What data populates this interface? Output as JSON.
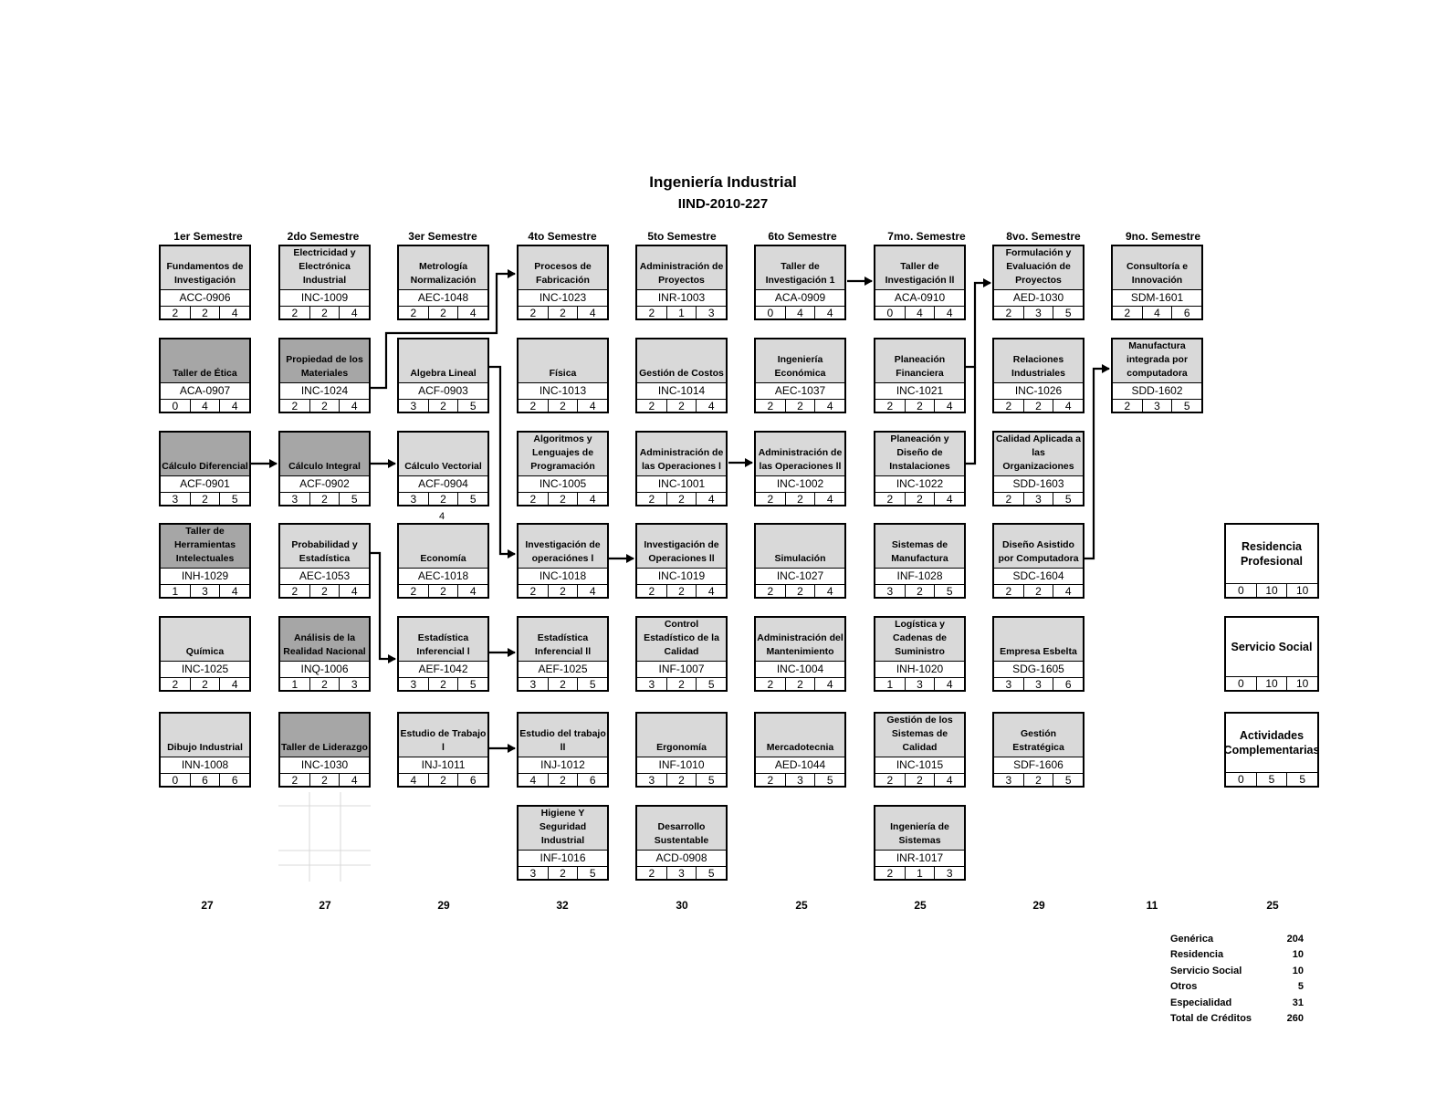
{
  "title": "Ingeniería Industrial",
  "plan_code": "IIND-2010-227",
  "semesters": [
    "1er Semestre",
    "2do Semestre",
    "3er Semestre",
    "4to Semestre",
    "5to Semestre",
    "6to Semestre",
    "7mo. Semestre",
    "8vo. Semestre",
    "9no. Semestre"
  ],
  "courses": [
    {
      "name": "Fundamentos de Investigación",
      "code": "ACC-0906",
      "credits": [
        "2",
        "2",
        "4"
      ]
    },
    {
      "name": "Taller de Ética",
      "code": "ACA-0907",
      "credits": [
        "0",
        "4",
        "4"
      ],
      "shade": "dark"
    },
    {
      "name": "Cálculo Diferencial",
      "code": "ACF-0901",
      "credits": [
        "3",
        "2",
        "5"
      ],
      "shade": "dark"
    },
    {
      "name": "Taller de Herramientas Intelectuales",
      "code": "INH-1029",
      "credits": [
        "1",
        "3",
        "4"
      ],
      "shade": "dark"
    },
    {
      "name": "Química",
      "code": "INC-1025",
      "credits": [
        "2",
        "2",
        "4"
      ]
    },
    {
      "name": "Dibujo Industrial",
      "code": "INN-1008",
      "credits": [
        "0",
        "6",
        "6"
      ]
    },
    {
      "name": "Electricidad y Electrónica Industrial",
      "code": "INC-1009",
      "credits": [
        "2",
        "2",
        "4"
      ]
    },
    {
      "name": "Propiedad de los Materiales",
      "code": "INC-1024",
      "credits": [
        "2",
        "2",
        "4"
      ],
      "shade": "dark"
    },
    {
      "name": "Cálculo Integral",
      "code": "ACF-0902",
      "credits": [
        "3",
        "2",
        "5"
      ],
      "shade": "dark"
    },
    {
      "name": "Probabilidad y Estadística",
      "code": "AEC-1053",
      "credits": [
        "2",
        "2",
        "4"
      ]
    },
    {
      "name": "Análisis de la Realidad Nacional",
      "code": "INQ-1006",
      "credits": [
        "1",
        "2",
        "3"
      ],
      "shade": "dark"
    },
    {
      "name": "Taller de Liderazgo",
      "code": "INC-1030",
      "credits": [
        "2",
        "2",
        "4"
      ],
      "shade": "dark"
    },
    {
      "name": "Metrología Normalización",
      "code": "AEC-1048",
      "credits": [
        "2",
        "2",
        "4"
      ]
    },
    {
      "name": "Algebra Lineal",
      "code": "ACF-0903",
      "credits": [
        "3",
        "2",
        "5"
      ]
    },
    {
      "name": "Cálculo Vectorial",
      "code": "ACF-0904",
      "credits": [
        "3",
        "2",
        "5"
      ]
    },
    {
      "name": "Economía",
      "code": "AEC-1018",
      "credits": [
        "2",
        "2",
        "4"
      ]
    },
    {
      "name": "Estadística Inferencial l",
      "code": "AEF-1042",
      "credits": [
        "3",
        "2",
        "5"
      ]
    },
    {
      "name": "Estudio de Trabajo l",
      "code": "INJ-1011",
      "credits": [
        "4",
        "2",
        "6"
      ]
    },
    {
      "name": "Procesos de Fabricación",
      "code": "INC-1023",
      "credits": [
        "2",
        "2",
        "4"
      ]
    },
    {
      "name": "Física",
      "code": "INC-1013",
      "credits": [
        "2",
        "2",
        "4"
      ]
    },
    {
      "name": "Algoritmos y Lenguajes de Programación",
      "code": "INC-1005",
      "credits": [
        "2",
        "2",
        "4"
      ]
    },
    {
      "name": "Investigación de operaciónes l",
      "code": "INC-1018",
      "credits": [
        "2",
        "2",
        "4"
      ]
    },
    {
      "name": "Estadística Inferencial ll",
      "code": "AEF-1025",
      "credits": [
        "3",
        "2",
        "5"
      ]
    },
    {
      "name": "Estudio del trabajo ll",
      "code": "INJ-1012",
      "credits": [
        "4",
        "2",
        "6"
      ]
    },
    {
      "name": "Higiene Y Seguridad Industrial",
      "code": "INF-1016",
      "credits": [
        "3",
        "2",
        "5"
      ]
    },
    {
      "name": "Administración de Proyectos",
      "code": "INR-1003",
      "credits": [
        "2",
        "1",
        "3"
      ]
    },
    {
      "name": "Gestión de Costos",
      "code": "INC-1014",
      "credits": [
        "2",
        "2",
        "4"
      ]
    },
    {
      "name": "Administración de las Operaciones l",
      "code": "INC-1001",
      "credits": [
        "2",
        "2",
        "4"
      ]
    },
    {
      "name": "Investigación de Operaciones ll",
      "code": "INC-1019",
      "credits": [
        "2",
        "2",
        "4"
      ]
    },
    {
      "name": "Control Estadístico de la Calidad",
      "code": "INF-1007",
      "credits": [
        "3",
        "2",
        "5"
      ]
    },
    {
      "name": "Ergonomía",
      "code": "INF-1010",
      "credits": [
        "3",
        "2",
        "5"
      ]
    },
    {
      "name": "Desarrollo Sustentable",
      "code": "ACD-0908",
      "credits": [
        "2",
        "3",
        "5"
      ]
    },
    {
      "name": "Taller de Investigación 1",
      "code": "ACA-0909",
      "credits": [
        "0",
        "4",
        "4"
      ]
    },
    {
      "name": "Ingeniería Económica",
      "code": "AEC-1037",
      "credits": [
        "2",
        "2",
        "4"
      ]
    },
    {
      "name": "Administración de las Operaciones ll",
      "code": "INC-1002",
      "credits": [
        "2",
        "2",
        "4"
      ]
    },
    {
      "name": "Simulación",
      "code": "INC-1027",
      "credits": [
        "2",
        "2",
        "4"
      ]
    },
    {
      "name": "Administración del Mantenimiento",
      "code": "INC-1004",
      "credits": [
        "2",
        "2",
        "4"
      ]
    },
    {
      "name": "Mercadotecnia",
      "code": "AED-1044",
      "credits": [
        "2",
        "3",
        "5"
      ]
    },
    {
      "name": "Taller de Investigación ll",
      "code": "ACA-0910",
      "credits": [
        "0",
        "4",
        "4"
      ]
    },
    {
      "name": "Planeación Financiera",
      "code": "INC-1021",
      "credits": [
        "2",
        "2",
        "4"
      ]
    },
    {
      "name": "Planeación y Diseño de Instalaciones",
      "code": "INC-1022",
      "credits": [
        "2",
        "2",
        "4"
      ]
    },
    {
      "name": "Sistemas de Manufactura",
      "code": "INF-1028",
      "credits": [
        "3",
        "2",
        "5"
      ]
    },
    {
      "name": "Logística y Cadenas de Suministro",
      "code": "INH-1020",
      "credits": [
        "1",
        "3",
        "4"
      ]
    },
    {
      "name": "Gestión de los Sistemas de Calidad",
      "code": "INC-1015",
      "credits": [
        "2",
        "2",
        "4"
      ]
    },
    {
      "name": "Ingeniería de Sistemas",
      "code": "INR-1017",
      "credits": [
        "2",
        "1",
        "3"
      ]
    },
    {
      "name": "Formulación y Evaluación de Proyectos",
      "code": "AED-1030",
      "credits": [
        "2",
        "3",
        "5"
      ]
    },
    {
      "name": "Relaciones Industriales",
      "code": "INC-1026",
      "credits": [
        "2",
        "2",
        "4"
      ]
    },
    {
      "name": "Calidad Aplicada a las Organizaciones",
      "code": "SDD-1603",
      "credits": [
        "2",
        "3",
        "5"
      ]
    },
    {
      "name": "Diseño Asistido por Computadora",
      "code": "SDC-1604",
      "credits": [
        "2",
        "2",
        "4"
      ]
    },
    {
      "name": "Empresa Esbelta",
      "code": "SDG-1605",
      "credits": [
        "3",
        "3",
        "6"
      ]
    },
    {
      "name": "Gestión Estratégica",
      "code": "SDF-1606",
      "credits": [
        "3",
        "2",
        "5"
      ]
    },
    {
      "name": "Consultoría e Innovación",
      "code": "SDM-1601",
      "credits": [
        "2",
        "4",
        "6"
      ]
    },
    {
      "name": "Manufactura integrada por computadora",
      "code": "SDD-1602",
      "credits": [
        "2",
        "3",
        "5"
      ]
    }
  ],
  "special_blocks": [
    {
      "name": "Residencia Profesional",
      "credits": [
        "0",
        "10",
        "10"
      ]
    },
    {
      "name": "Servicio Social",
      "credits": [
        "0",
        "10",
        "10"
      ]
    },
    {
      "name": "Actividades Complementarias",
      "credits": [
        "0",
        "5",
        "5"
      ]
    }
  ],
  "note_value": "4",
  "semester_totals": [
    "27",
    "27",
    "29",
    "32",
    "30",
    "25",
    "25",
    "29",
    "11",
    "25"
  ],
  "summary": [
    {
      "label": "Genérica",
      "value": "204"
    },
    {
      "label": "Residencia",
      "value": "10"
    },
    {
      "label": "Servicio Social",
      "value": "10"
    },
    {
      "label": "Otros",
      "value": "5"
    },
    {
      "label": "Especialidad",
      "value": "31"
    },
    {
      "label": "Total de Créditos",
      "value": "260"
    }
  ]
}
